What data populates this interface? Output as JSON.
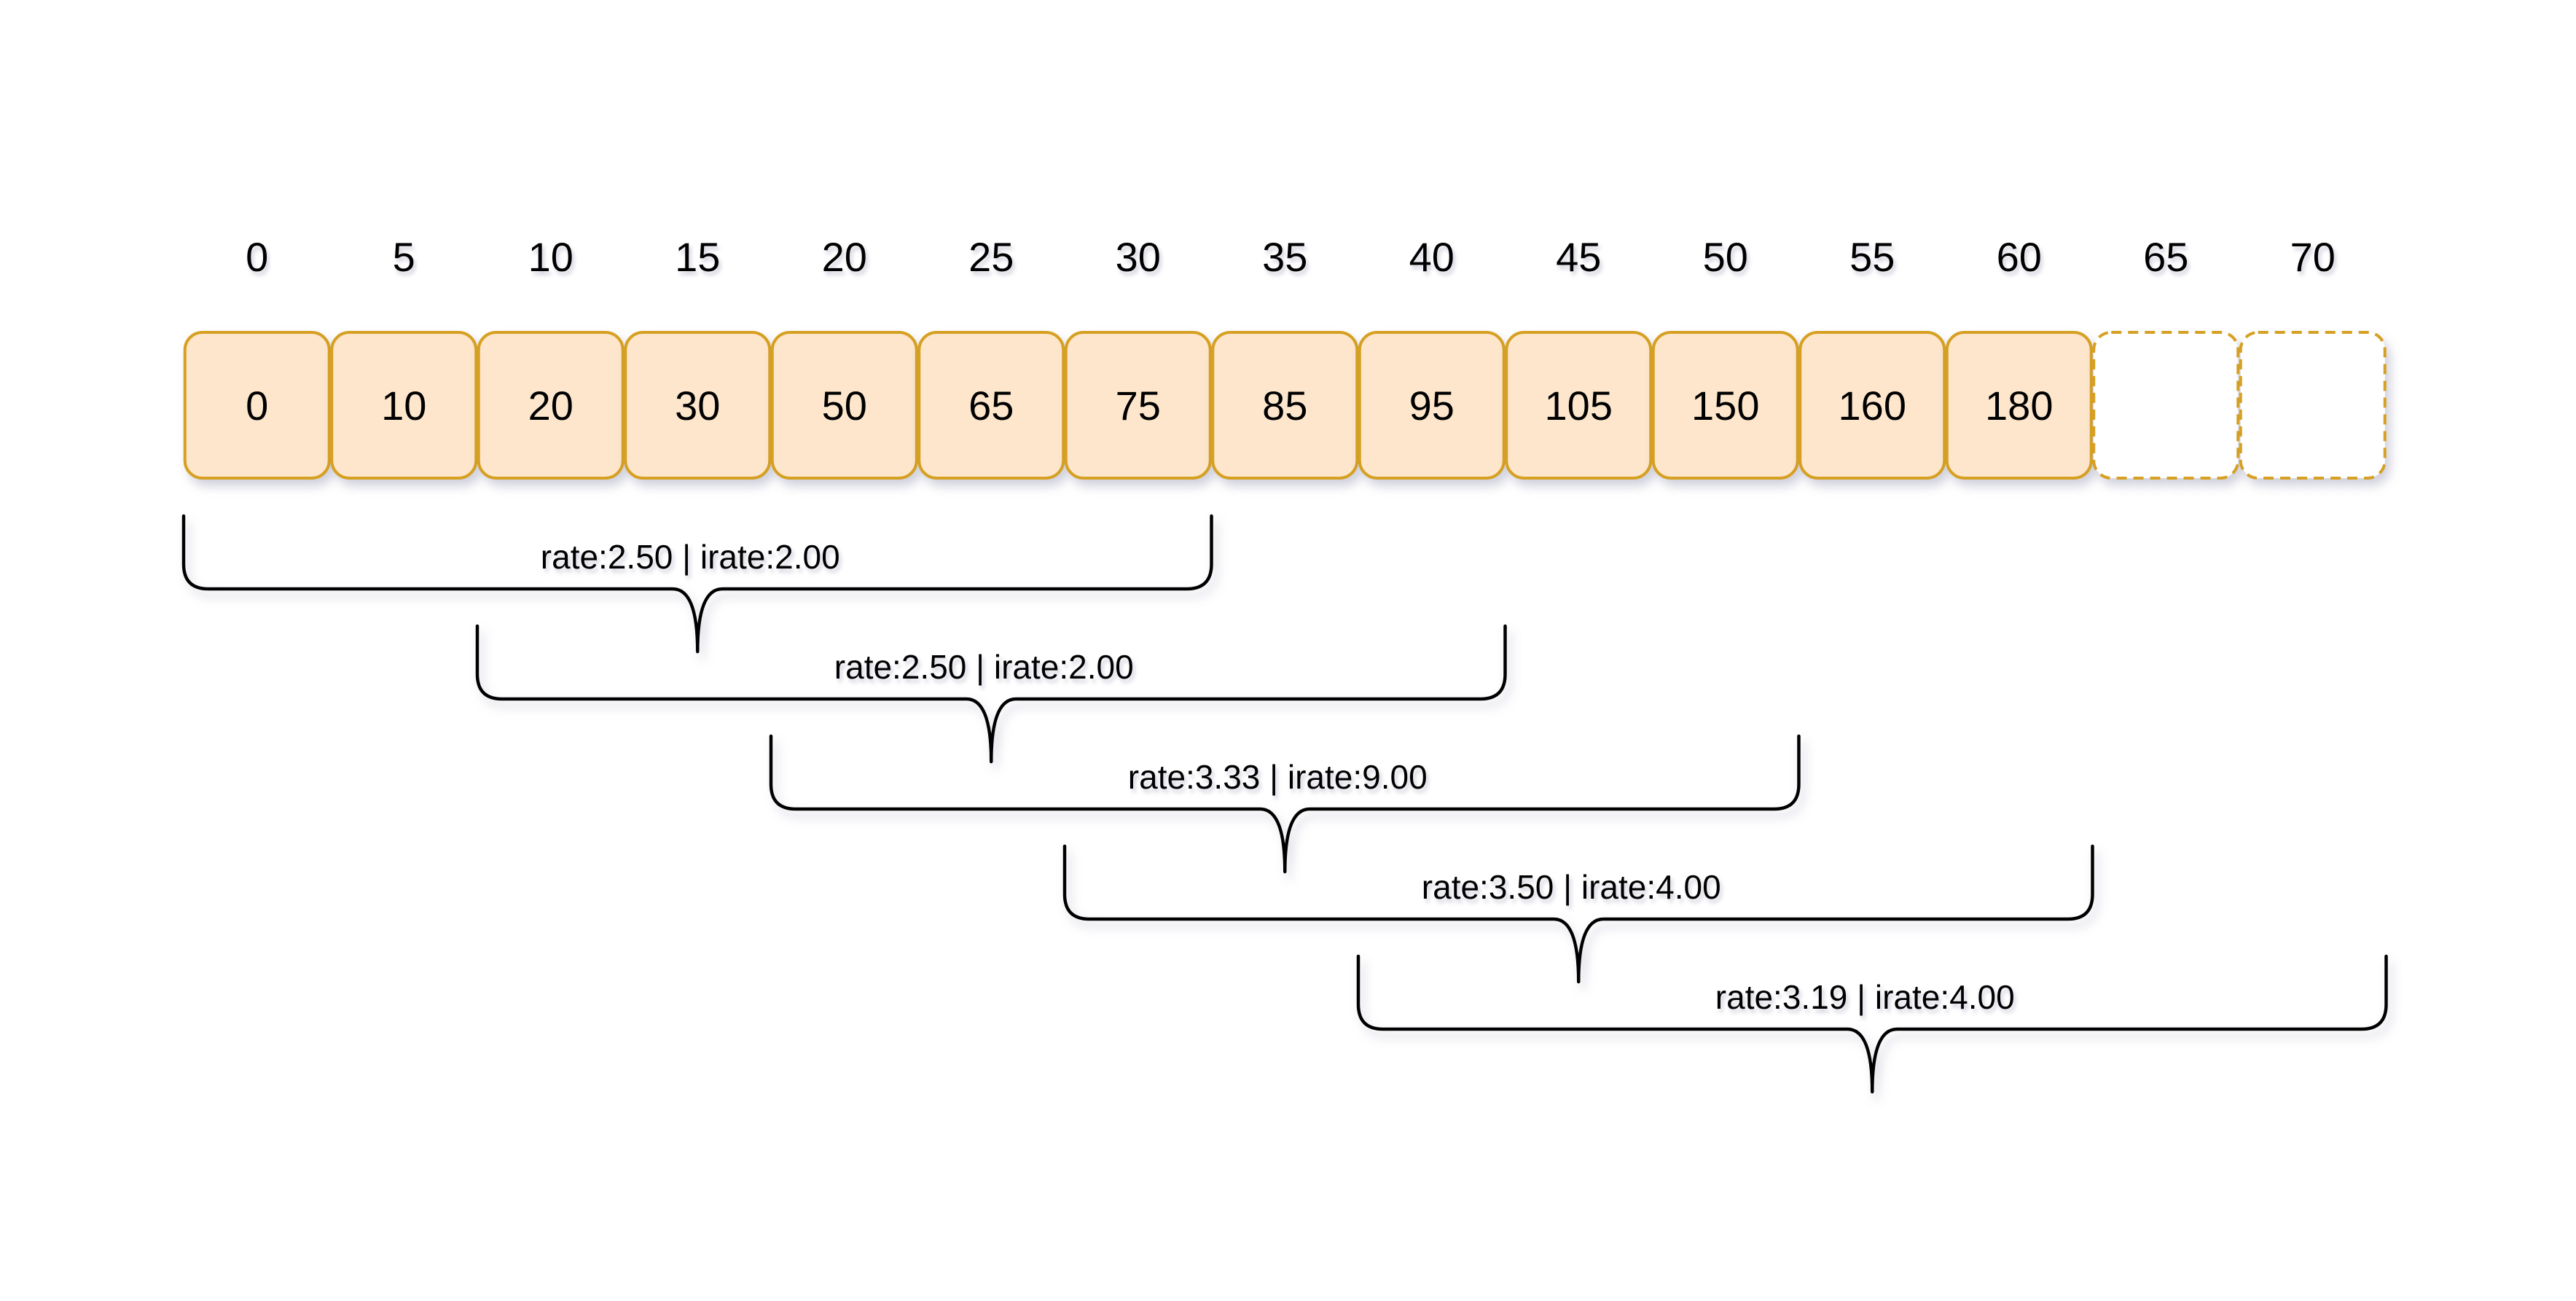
{
  "timeline": {
    "ticks": [
      "0",
      "5",
      "10",
      "15",
      "20",
      "25",
      "30",
      "35",
      "40",
      "45",
      "50",
      "55",
      "60",
      "65",
      "70"
    ]
  },
  "samples": {
    "values": [
      "0",
      "10",
      "20",
      "30",
      "50",
      "65",
      "75",
      "85",
      "95",
      "105",
      "150",
      "160",
      "180",
      "",
      ""
    ],
    "filled_count": 13,
    "fill_color": "#fde6cc",
    "border_color": "#d6a021"
  },
  "windows": [
    {
      "start_index": 0,
      "end_index": 7,
      "label": "rate:2.50 | irate:2.00"
    },
    {
      "start_index": 2,
      "end_index": 9,
      "label": "rate:2.50 | irate:2.00"
    },
    {
      "start_index": 4,
      "end_index": 11,
      "label": "rate:3.33 | irate:9.00"
    },
    {
      "start_index": 6,
      "end_index": 13,
      "label": "rate:3.50 | irate:4.00"
    },
    {
      "start_index": 8,
      "end_index": 15,
      "label": "rate:3.19 | irate:4.00"
    }
  ]
}
